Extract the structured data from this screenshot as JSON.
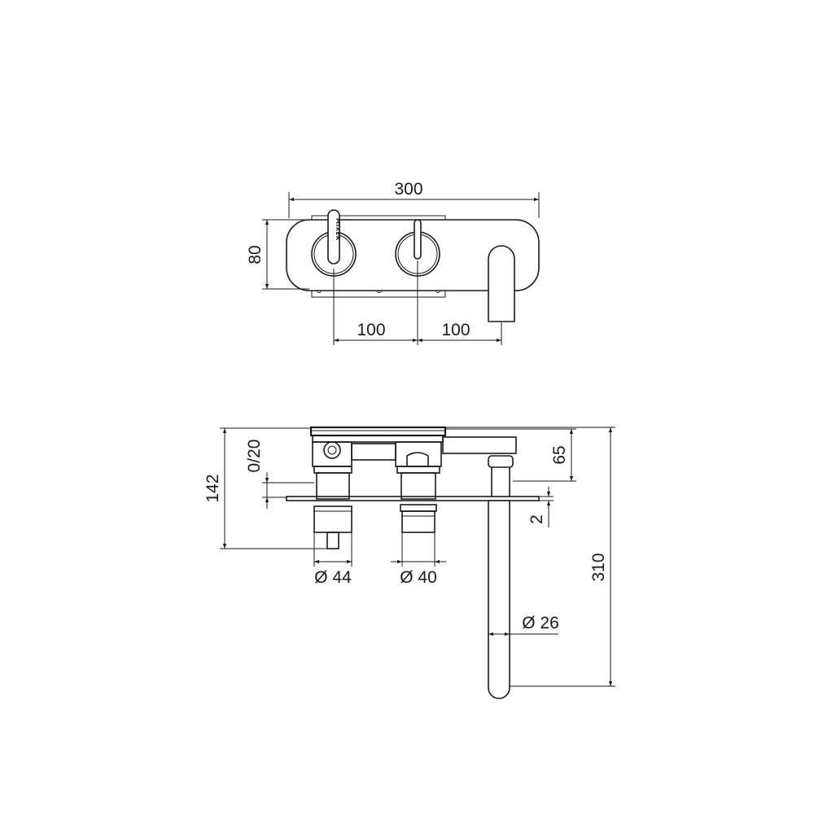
{
  "colors": {
    "line": "#1a1a1a",
    "background": "#ffffff"
  },
  "front_view": {
    "dim_width": "300",
    "dim_height": "80",
    "dim_spacing_left": "100",
    "dim_spacing_right": "100",
    "handle_brand": "MIXER"
  },
  "side_view": {
    "dim_depth_adjust": "0/20",
    "dim_total_depth": "142",
    "dim_spout_height": "65",
    "dim_plate_thickness": "2",
    "dim_spout_length": "310",
    "dim_body_diameter_left": "Ø 44",
    "dim_body_diameter_right": "Ø 40",
    "dim_spout_diameter": "Ø 26"
  }
}
